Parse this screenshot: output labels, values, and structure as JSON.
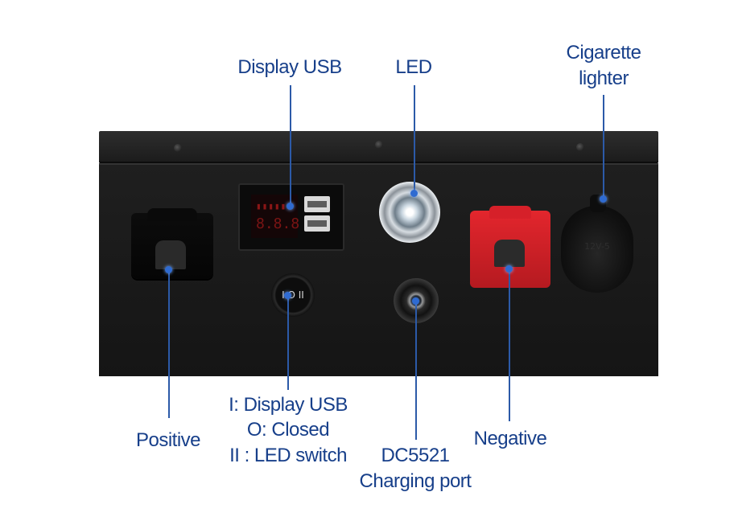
{
  "labels": {
    "display_usb": "Display USB",
    "led": "LED",
    "cigarette_line1": "Cigarette",
    "cigarette_line2": "lighter",
    "positive": "Positive",
    "switch_line1": "I: Display USB",
    "switch_line2": "O: Closed",
    "switch_line3": "II : LED switch",
    "dc_line1": "DC5521",
    "dc_line2": "Charging port",
    "negative": "Negative"
  },
  "device": {
    "switch_text": "I O II",
    "display_bars": "▮▮▮▮▮▮",
    "display_digits": "8.8.8",
    "socket_emboss": "12V-5"
  },
  "colors": {
    "label_text": "#173f8a",
    "leader": "#2c5aa8",
    "positive_terminal": "#0c0c0c",
    "negative_terminal": "#e3262d"
  }
}
